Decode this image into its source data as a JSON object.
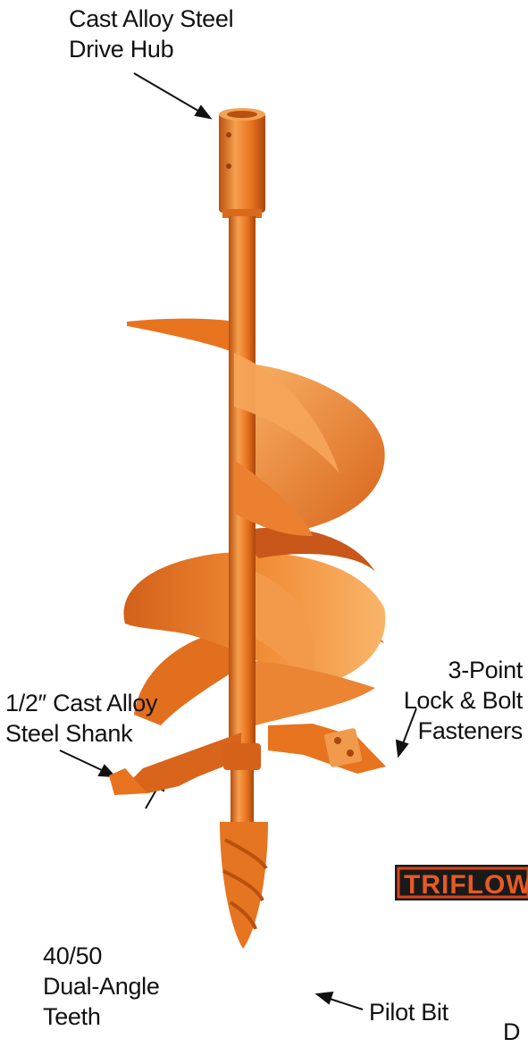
{
  "labels": {
    "drive_hub_line1": "Cast Alloy Steel",
    "drive_hub_line2": "Drive Hub",
    "fasteners_line1": "3-Point",
    "fasteners_line2": "Lock & Bolt",
    "fasteners_line3": "Fasteners",
    "shank_line1": "1/2″ Cast Alloy",
    "shank_line2": "Steel Shank",
    "teeth_line1": "40/50",
    "teeth_line2": "Dual-Angle",
    "teeth_line3": "Teeth",
    "pilot_bit": "Pilot Bit",
    "cut_off_text": "D"
  },
  "logo": {
    "text": "TRIFLOW"
  },
  "colors": {
    "auger_orange": "#e8731e",
    "auger_dark": "#b8500e",
    "auger_light": "#f6a04e",
    "logo_red": "#d9461b",
    "text": "#111111"
  }
}
